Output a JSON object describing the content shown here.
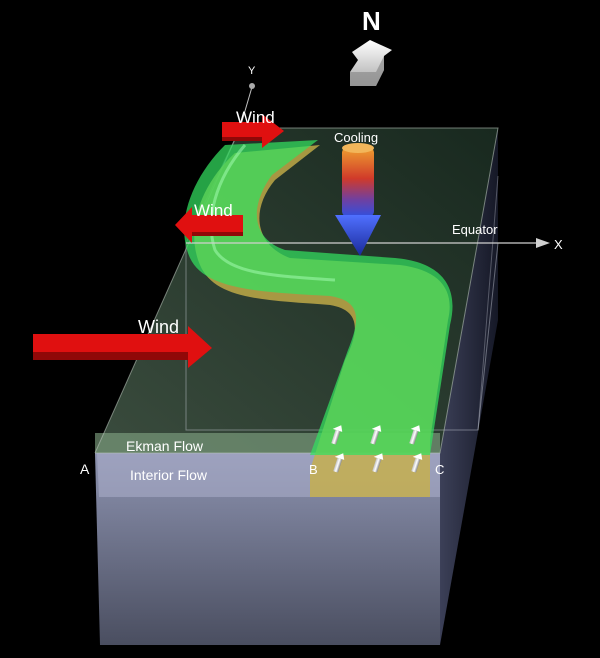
{
  "compass": {
    "label": "N"
  },
  "axes": {
    "y_label": "Y",
    "x_label": "X",
    "equator_label": "Equator"
  },
  "winds": [
    {
      "label": "Wind"
    },
    {
      "label": "Wind"
    },
    {
      "label": "Wind"
    }
  ],
  "cooling": {
    "label": "Cooling"
  },
  "layers": {
    "ekman_label": "Ekman Flow",
    "interior_label": "Interior Flow"
  },
  "points": {
    "a": "A",
    "b": "B",
    "c": "C"
  },
  "colors": {
    "background": "#000000",
    "wind": "#e01010",
    "ekman_current": "#33e060",
    "interior_current": "#c8b048",
    "basin": "#8a90a8",
    "text": "#ffffff"
  }
}
